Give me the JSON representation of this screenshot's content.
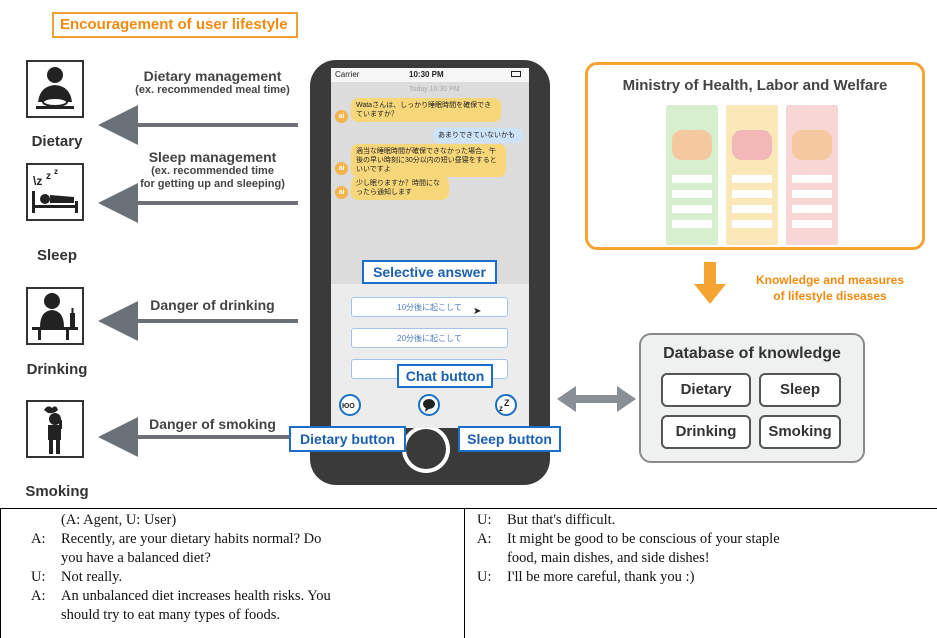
{
  "header": {
    "title": "Encouragement of user lifestyle"
  },
  "left_items": [
    {
      "label": "Dietary",
      "arrow_main": "Dietary management",
      "arrow_sub": "(ex. recommended meal time)"
    },
    {
      "label": "Sleep",
      "arrow_main": "Sleep management",
      "arrow_sub1": "(ex. recommended time",
      "arrow_sub2": "for getting up and sleeping)"
    },
    {
      "label": "Drinking",
      "arrow_main": "Danger of drinking"
    },
    {
      "label": "Smoking",
      "arrow_main": "Danger of smoking"
    }
  ],
  "phone": {
    "carrier": "Carrier",
    "time": "10:30 PM",
    "today": "Today 10:30 PM",
    "avatar": "ai",
    "messages": [
      {
        "from": "agent",
        "text": "Wataさんは、しっかり睡眠時間を確保できていますか？"
      },
      {
        "from": "user",
        "text": "あまりできていないかも"
      },
      {
        "from": "agent",
        "text": "適当な睡眠時間が確保できなかった場合、午後の早い時刻に30分以内の短い昼寝をするといいですよ"
      },
      {
        "from": "agent",
        "text": "少し眠りますか？時間になったら通知します"
      }
    ],
    "options": [
      "10分後に起こして",
      "20分後に起こして"
    ],
    "selective_answer": "Selective answer",
    "chat_button": "Chat button",
    "dietary_button": "Dietary button",
    "sleep_button": "Sleep button"
  },
  "ministry": {
    "title": "Ministry of Health, Labor and Welfare"
  },
  "knowledge": {
    "line1": "Knowledge and measures",
    "line2": "of lifestyle diseases"
  },
  "database": {
    "title": "Database of knowledge",
    "items": [
      "Dietary",
      "Sleep",
      "Drinking",
      "Smoking"
    ]
  },
  "dialogue": {
    "left": [
      {
        "speaker": "",
        "text": "(A: Agent, U: User)"
      },
      {
        "speaker": "A:",
        "text": "Recently, are your dietary habits normal? Do"
      },
      {
        "speaker": "",
        "text": "you have a balanced diet?"
      },
      {
        "speaker": "U:",
        "text": "Not really."
      },
      {
        "speaker": "A:",
        "text": "An unbalanced diet increases health risks. You"
      },
      {
        "speaker": "",
        "text": "should try to eat many types of foods."
      }
    ],
    "right": [
      {
        "speaker": "U:",
        "text": "But that's difficult."
      },
      {
        "speaker": "A:",
        "text": "It might be good to be conscious of your staple"
      },
      {
        "speaker": "",
        "text": "food, main dishes, and side dishes!"
      },
      {
        "speaker": "U:",
        "text": "I'll be more careful, thank you :)"
      }
    ]
  },
  "colors": {
    "orange": "#f0a030",
    "blue": "#1a6fc7",
    "dark": "#3a3a3a"
  }
}
